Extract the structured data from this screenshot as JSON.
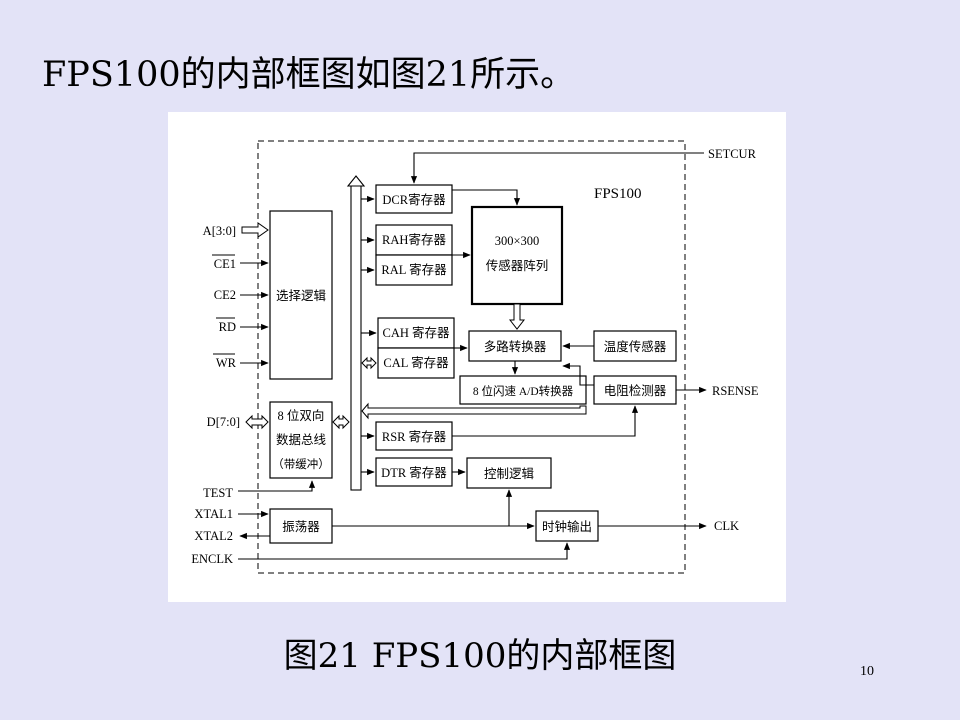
{
  "slide": {
    "title": "FPS100的内部框图如图21所示。",
    "caption": "图21  FPS100的内部框图",
    "page_number": "10"
  },
  "diagram": {
    "chip_name": "FPS100",
    "blocks": {
      "select_logic": "选择逻辑",
      "bus_line1": "8 位双向",
      "bus_line2": "数据总线",
      "bus_line3": "（带缓冲）",
      "dcr": "DCR寄存器",
      "rah": "RAH寄存器",
      "ral": "RAL 寄存器",
      "cah": "CAH 寄存器",
      "cal": "CAL 寄存器",
      "rsr": "RSR 寄存器",
      "dtr": "DTR 寄存器",
      "sensor_line1": "300×300",
      "sensor_line2": "传感器阵列",
      "mux": "多路转换器",
      "temp_sensor": "温度传感器",
      "adc": "8 位闪速 A/D转换器",
      "resistor_detector": "电阻检测器",
      "control_logic": "控制逻辑",
      "oscillator": "振荡器",
      "clock_output": "时钟输出"
    },
    "signals": {
      "a30": "A[3:0]",
      "ce1": "CE1",
      "ce2": "CE2",
      "rd": "RD",
      "wr": "WR",
      "d70": "D[7:0]",
      "test": "TEST",
      "xtal1": "XTAL1",
      "xtal2": "XTAL2",
      "enclk": "ENCLK",
      "setcur": "SETCUR",
      "rsense": "RSENSE",
      "clk": "CLK"
    }
  }
}
